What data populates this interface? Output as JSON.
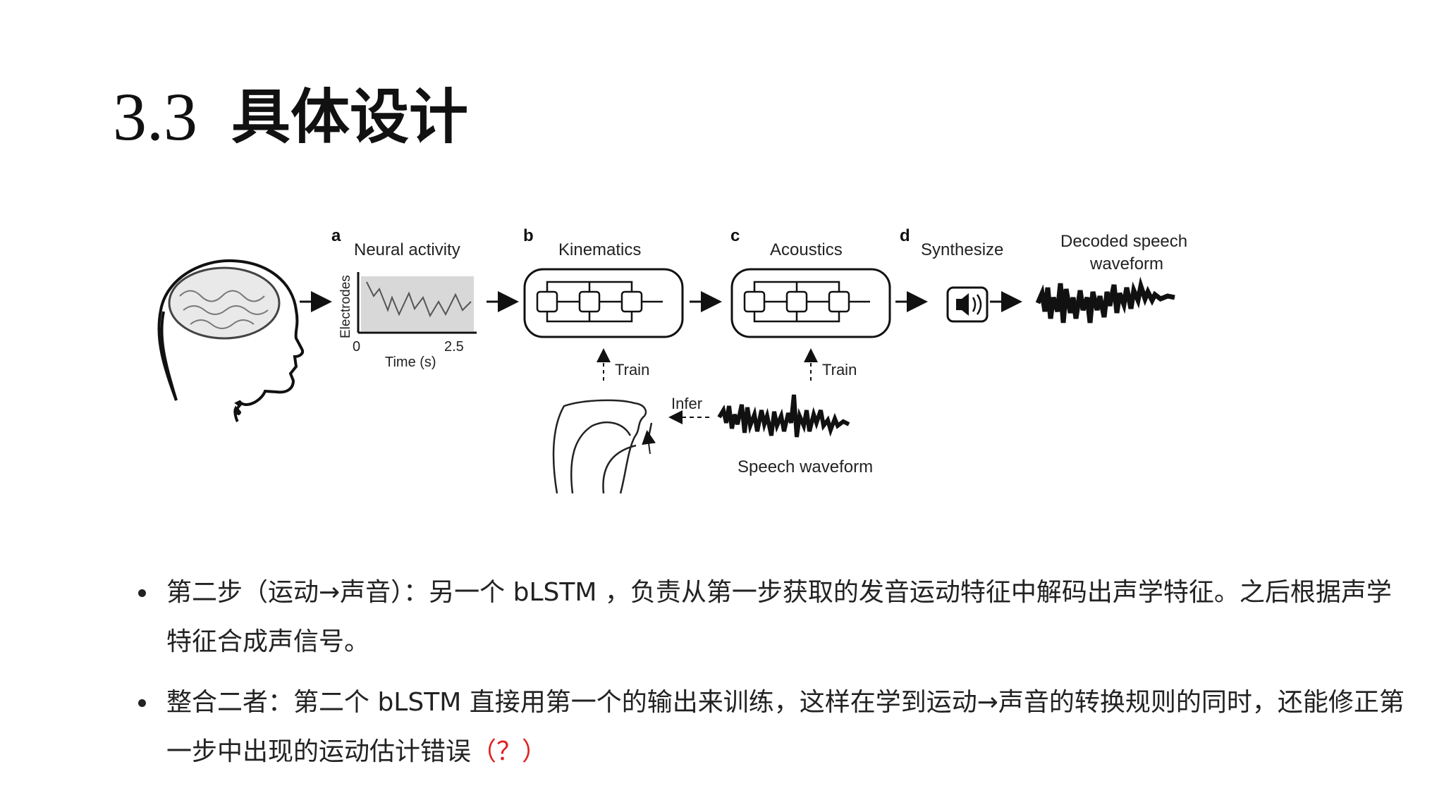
{
  "title": {
    "number": "3.3",
    "text": "具体设计"
  },
  "figure": {
    "a": {
      "letter": "a",
      "label": "Neural activity",
      "ylabel": "Electrodes",
      "xlabel": "Time (s)",
      "tick0": "0",
      "tick1": "2.5"
    },
    "b": {
      "letter": "b",
      "label": "Kinematics",
      "train": "Train"
    },
    "c": {
      "letter": "c",
      "label": "Acoustics",
      "train": "Train"
    },
    "d": {
      "letter": "d",
      "label": "Synthesize"
    },
    "decoded": {
      "line1": "Decoded speech",
      "line2": "waveform"
    },
    "infer": "Infer",
    "speech_waveform": "Speech waveform"
  },
  "bullets": [
    {
      "text": "第二步（运动→声音）：另一个 bLSTM ，负责从第一步获取的发音运动特征中解码出声学特征。之后根据声学特征合成声信号。",
      "red": ""
    },
    {
      "text": "整合二者：第二个 bLSTM 直接用第一个的输出来训练，这样在学到运动→声音的转换规则的同时，还能修正第一步中出现的运动估计错误",
      "red": "（？）"
    }
  ],
  "colors": {
    "accent_red": "#e02020",
    "text": "#222222"
  }
}
